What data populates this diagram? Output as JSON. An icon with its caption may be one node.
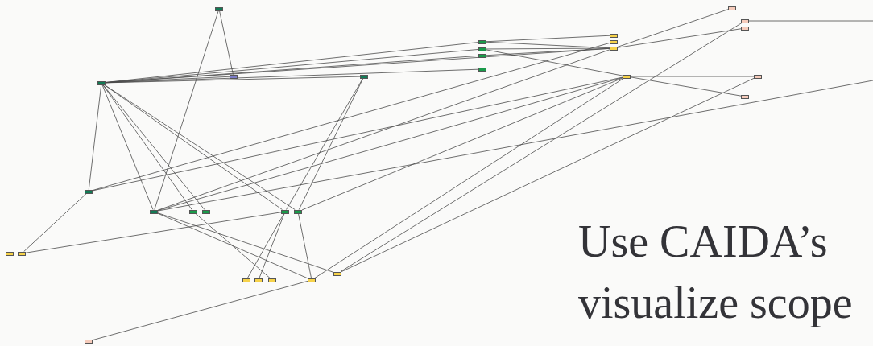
{
  "diagram": {
    "nodes": [
      {
        "text": [],
        "shape": "box"
      },
      {
        "text": [],
        "shape": "box"
      },
      {
        "text": [],
        "shape": "box"
      },
      {
        "text": [],
        "shape": "box"
      },
      {
        "text": [],
        "shape": "box"
      },
      {
        "text": [],
        "shape": "box"
      },
      {
        "text": [],
        "shape": "box"
      },
      {
        "text": [],
        "shape": "box"
      },
      {
        "text": [],
        "shape": "box"
      },
      {
        "text": [],
        "shape": "box"
      },
      {
        "text": [],
        "shape": "box"
      },
      {
        "text": [],
        "shape": "box"
      },
      {
        "text": [],
        "shape": "box"
      },
      {
        "text": [],
        "shape": "box"
      },
      {
        "text": [],
        "shape": "box"
      },
      {
        "text": [],
        "shape": "box"
      },
      {
        "text": [],
        "shape": "box"
      },
      {
        "text": [],
        "shape": "box"
      },
      {
        "text": [],
        "shape": "box"
      },
      {
        "text": [],
        "shape": "box"
      },
      {
        "text": [],
        "shape": "box"
      },
      {
        "text": [],
        "shape": "box"
      },
      {
        "text": [],
        "shape": "box"
      },
      {
        "text": [],
        "shape": "box"
      },
      {
        "text": [],
        "shape": "box"
      },
      {
        "text": [],
        "shape": "box"
      },
      {
        "text": [],
        "shape": "box"
      },
      {
        "text": [],
        "shape": "box"
      },
      {
        "text": [],
        "shape": "box"
      },
      {
        "text": [],
        "shape": "box"
      },
      {
        "text": [],
        "shape": "box"
      }
    ],
    "edges": [
      {
        "from": 0,
        "to": 11,
        "arrow": "none"
      },
      {
        "from": 0,
        "to": 18,
        "arrow": "none"
      },
      {
        "from": 15,
        "to": 5,
        "arrow": "none"
      },
      {
        "from": 15,
        "to": 7,
        "arrow": "none"
      },
      {
        "from": 15,
        "to": 9,
        "arrow": "none"
      },
      {
        "from": 15,
        "to": 10,
        "arrow": "none"
      },
      {
        "from": 15,
        "to": 11,
        "arrow": "none"
      },
      {
        "from": 15,
        "to": 12,
        "arrow": "none"
      },
      {
        "from": 15,
        "to": 8,
        "arrow": "none"
      },
      {
        "from": 5,
        "to": 4,
        "arrow": "none"
      },
      {
        "from": 5,
        "to": 8,
        "arrow": "none"
      },
      {
        "from": 7,
        "to": 8,
        "arrow": "none"
      },
      {
        "from": 9,
        "to": 8,
        "arrow": "none"
      },
      {
        "from": 7,
        "to": 13,
        "arrow": "none"
      },
      {
        "from": 8,
        "to": 1,
        "arrow": "none"
      },
      {
        "from": 8,
        "to": 3,
        "arrow": "none"
      },
      {
        "from": 2,
        "to": null,
        "arrow": "none"
      },
      {
        "from": 13,
        "to": 14,
        "arrow": "none"
      },
      {
        "from": 13,
        "to": 16,
        "arrow": "none"
      },
      {
        "from": 25,
        "to": 2,
        "arrow": "none"
      },
      {
        "from": 25,
        "to": 14,
        "arrow": "none"
      },
      {
        "from": 29,
        "to": 13,
        "arrow": "none"
      },
      {
        "from": 17,
        "to": 6,
        "arrow": "none"
      },
      {
        "from": 17,
        "to": 13,
        "arrow": "none"
      },
      {
        "from": 18,
        "to": 8,
        "arrow": "none"
      },
      {
        "from": 18,
        "to": 13,
        "arrow": "none"
      },
      {
        "from": 18,
        "to": null,
        "arrow": "none"
      },
      {
        "from": 22,
        "to": 13,
        "arrow": "none"
      },
      {
        "from": 15,
        "to": 17,
        "arrow": "none"
      },
      {
        "from": 15,
        "to": 18,
        "arrow": "none"
      },
      {
        "from": 15,
        "to": 19,
        "arrow": "none"
      },
      {
        "from": 15,
        "to": 20,
        "arrow": "none"
      },
      {
        "from": 15,
        "to": 21,
        "arrow": "none"
      },
      {
        "from": 15,
        "to": 22,
        "arrow": "none"
      },
      {
        "from": 12,
        "to": 21,
        "arrow": "none"
      },
      {
        "from": 12,
        "to": 22,
        "arrow": "none"
      },
      {
        "from": 21,
        "to": 26,
        "arrow": "none"
      },
      {
        "from": 21,
        "to": 27,
        "arrow": "none"
      },
      {
        "from": 22,
        "to": 29,
        "arrow": "none"
      },
      {
        "from": 19,
        "to": 28,
        "arrow": "none"
      },
      {
        "from": 18,
        "to": 29,
        "arrow": "none"
      },
      {
        "from": 18,
        "to": 25,
        "arrow": "none"
      },
      {
        "from": 24,
        "to": 21,
        "arrow": "none"
      },
      {
        "from": 17,
        "to": 24,
        "arrow": "none"
      },
      {
        "from": 30,
        "to": 29,
        "arrow": "none"
      }
    ],
    "labels": [
      "Use CAIDA’s",
      "visualize scope"
    ]
  }
}
